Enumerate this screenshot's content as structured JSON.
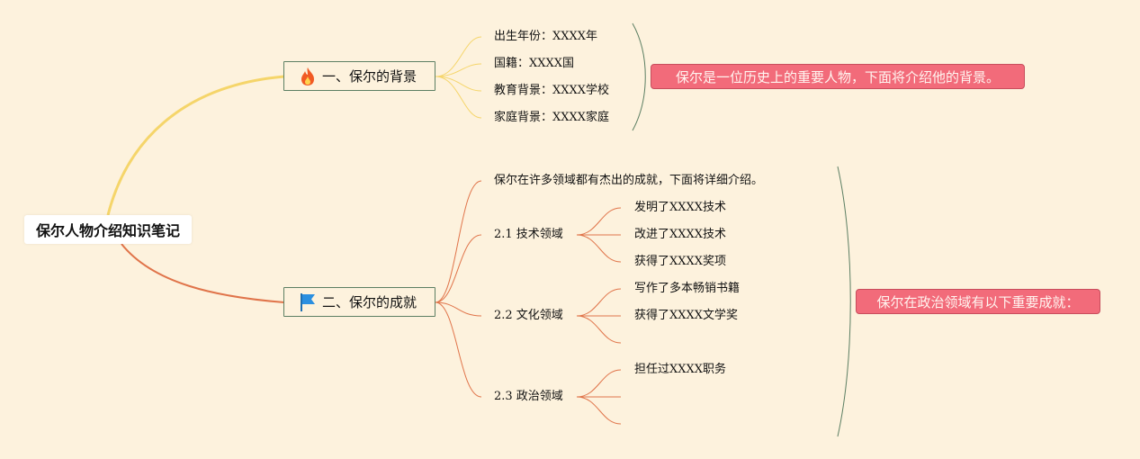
{
  "root": {
    "title": "保尔人物介绍知识笔记"
  },
  "topics": [
    {
      "label": "一、保尔的背景",
      "icon": "flame-icon",
      "children": [
        "出生年份：XXXX年",
        "国籍：XXXX国",
        "教育背景：XXXX学校",
        "家庭背景：XXXX家庭"
      ],
      "summary": "保尔是一位历史上的重要人物，下面将介绍他的背景。"
    },
    {
      "label": "二、保尔的成就",
      "icon": "flag-icon",
      "intro": "保尔在许多领域都有杰出的成就，下面将详细介绍。",
      "subtopics": [
        {
          "label": "2.1 技术领域",
          "items": [
            "发明了XXXX技术",
            "改进了XXXX技术",
            "获得了XXXX奖项"
          ]
        },
        {
          "label": "2.2 文化领域",
          "items": [
            "写作了多本畅销书籍",
            "获得了XXXX文学奖",
            ""
          ]
        },
        {
          "label": "2.3 政治领域",
          "items": [
            "担任过XXXX职务",
            "",
            ""
          ]
        }
      ],
      "summary": "保尔在政治领域有以下重要成就："
    }
  ],
  "colors": {
    "background": "#fdf2dd",
    "branch_1": "#f5d56a",
    "branch_2": "#e0744a",
    "topic_border": "#5c7f63",
    "callout_fill": "#f26b7a",
    "bracket": "#5c7f63"
  }
}
